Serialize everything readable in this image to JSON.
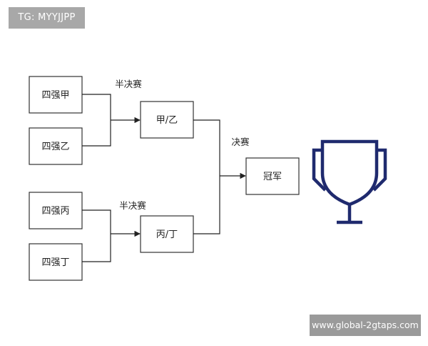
{
  "watermark": {
    "text": "TG: MYYJJPP"
  },
  "footer_mark": {
    "text": "www.global-2gtaps.com"
  },
  "colors": {
    "line": "#222222",
    "box_border": "#333333",
    "trophy": "#1f2a6e",
    "text": "#222222"
  },
  "bracket": {
    "quarter": {
      "a": "四强甲",
      "b": "四强乙",
      "c": "四强丙",
      "d": "四强丁"
    },
    "semi_label_top": "半决赛",
    "semi_label_bottom": "半决赛",
    "semi": {
      "top": "甲/乙",
      "bottom": "丙/丁"
    },
    "final_label": "决赛",
    "champion": "冠军"
  },
  "icons": {
    "trophy": "trophy-icon"
  }
}
